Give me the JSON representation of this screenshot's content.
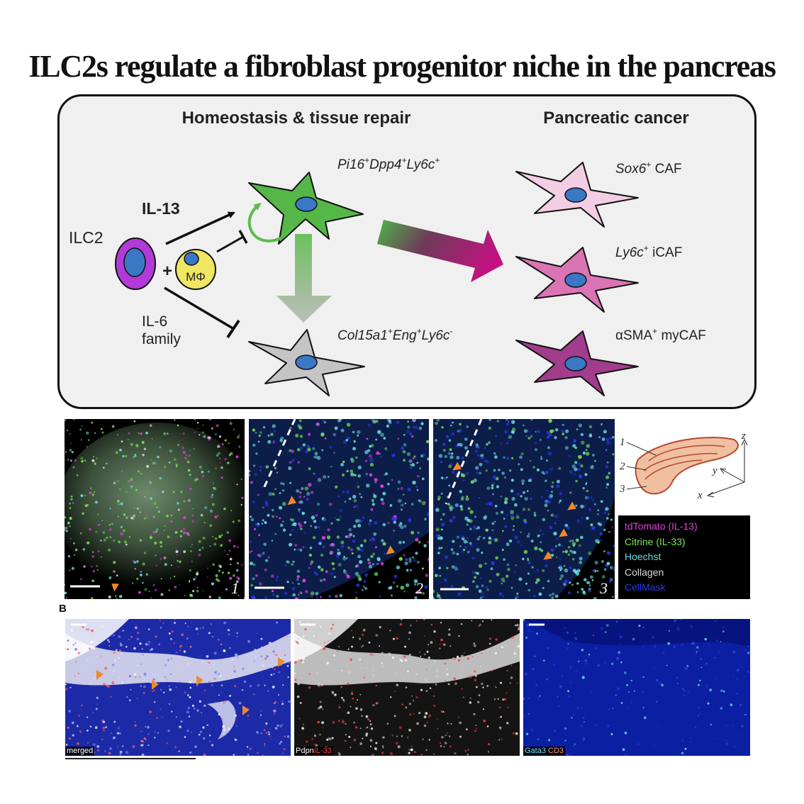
{
  "title": "ILC2s regulate a fibroblast progenitor niche in the pancreas",
  "schematic": {
    "heading_left": "Homeostasis & tissue repair",
    "heading_right": "Pancreatic cancer",
    "ilc2_label": "ILC2",
    "il13_label": "IL-13",
    "il6_label_line1": "IL-6",
    "il6_label_line2": "family",
    "macrophage_label": "MΦ",
    "plus": "+",
    "progenitor_label": {
      "g1": "Pi16",
      "s1": "+",
      "g2": "Dpp4",
      "s2": "+",
      "g3": "Ly6c",
      "s3": "+"
    },
    "committed_label": {
      "g1": "Col15a1",
      "s1": "+",
      "g2": "Eng",
      "s2": "+",
      "g3": "Ly6c",
      "s3": "-"
    },
    "caf": [
      {
        "gene": "Sox6",
        "sup": "+",
        "suffix": " CAF",
        "color": "#f3cde3"
      },
      {
        "gene": "Ly6c",
        "sup": "+",
        "suffix": " iCAF",
        "color": "#da74b5"
      },
      {
        "gene": "αSMA",
        "sup": "+",
        "suffix": " myCAF",
        "color": "#a23c8c"
      }
    ],
    "colors": {
      "progenitor": "#55b748",
      "committed": "#c4c4c4",
      "ilc2": "#b23ad8",
      "macrophage": "#efe761",
      "nucleus": "#3a77c4",
      "cancer_arrow": "#c0137f"
    }
  },
  "panel_a": {
    "image_numbers": [
      "1",
      "2",
      "3"
    ],
    "schematic_numbers": [
      "1",
      "2",
      "3"
    ],
    "axes": {
      "z": "z",
      "y": "y",
      "x": "x"
    },
    "legend": [
      {
        "label": "tdTomato (IL-13)",
        "color": "#e03fdc"
      },
      {
        "label": "Citrine (IL-33)",
        "color": "#7ee44e"
      },
      {
        "label": "Hoechst",
        "color": "#6cd9dc"
      },
      {
        "label": "Collagen",
        "color": "#d8d8d8"
      },
      {
        "label": "CellMask",
        "color": "#2a38e8"
      }
    ]
  },
  "panel_b": {
    "label": "B",
    "image1_tag": "merged",
    "image2_tag_a": "Pdpn",
    "image2_tag_b": "IL-33",
    "image3_tag_a": "Gata3",
    "image3_tag_b": "CD3",
    "tag_colors": {
      "white": "#ffffff",
      "red": "#ff3b3b",
      "cyan": "#6ee0e0",
      "orange": "#ff9a6b"
    }
  }
}
